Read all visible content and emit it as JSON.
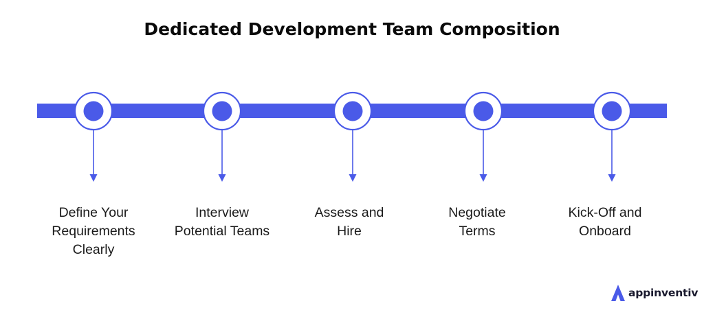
{
  "title": "Dedicated Development Team Composition",
  "colors": {
    "accent": "#4a5ae8",
    "background": "#ffffff",
    "text": "#111111"
  },
  "steps": [
    {
      "label": "Define Your\nRequirements\nClearly"
    },
    {
      "label": "Interview\nPotential Teams"
    },
    {
      "label": "Assess and\nHire"
    },
    {
      "label": "Negotiate\nTerms"
    },
    {
      "label": "Kick-Off and\nOnboard"
    }
  ],
  "brand": {
    "name": "appinventiv",
    "logo_icon": "appinventiv-logo-icon"
  }
}
